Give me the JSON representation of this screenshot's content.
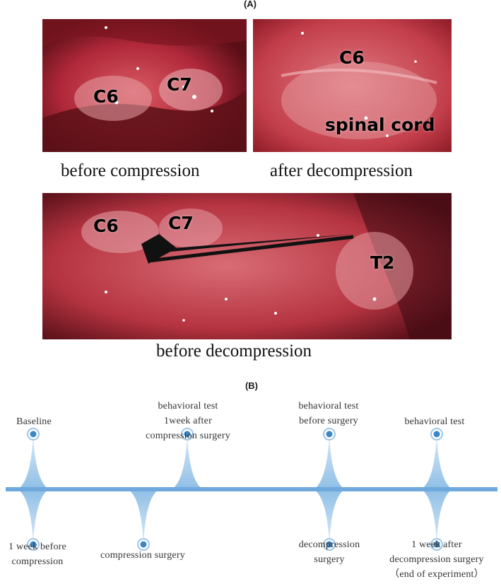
{
  "panel_a": {
    "label": "(A)",
    "photos": [
      {
        "labels": [
          "C6",
          "C7"
        ],
        "caption": "before compression"
      },
      {
        "labels": [
          "C6",
          "spinal cord"
        ],
        "caption": "after decompression"
      },
      {
        "labels": [
          "C6",
          "C7",
          "T2"
        ],
        "caption": "before decompression"
      }
    ]
  },
  "panel_b": {
    "label": "(B)",
    "line_color": "#6fa8dc",
    "above_events": [
      {
        "lines": [
          "Baseline"
        ]
      },
      {
        "lines": [
          "behavioral test",
          "1week after",
          "compression surgery"
        ]
      },
      {
        "lines": [
          "behavioral test",
          "before surgery"
        ]
      },
      {
        "lines": [
          "behavioral test"
        ]
      }
    ],
    "below_events": [
      {
        "lines": [
          "1 week before",
          "compression"
        ]
      },
      {
        "lines": [
          "compression surgery"
        ]
      },
      {
        "lines": [
          "decompression",
          "surgery"
        ]
      },
      {
        "lines": [
          "1 week after",
          "decompression surgery",
          "（end of experiment）"
        ]
      }
    ]
  }
}
